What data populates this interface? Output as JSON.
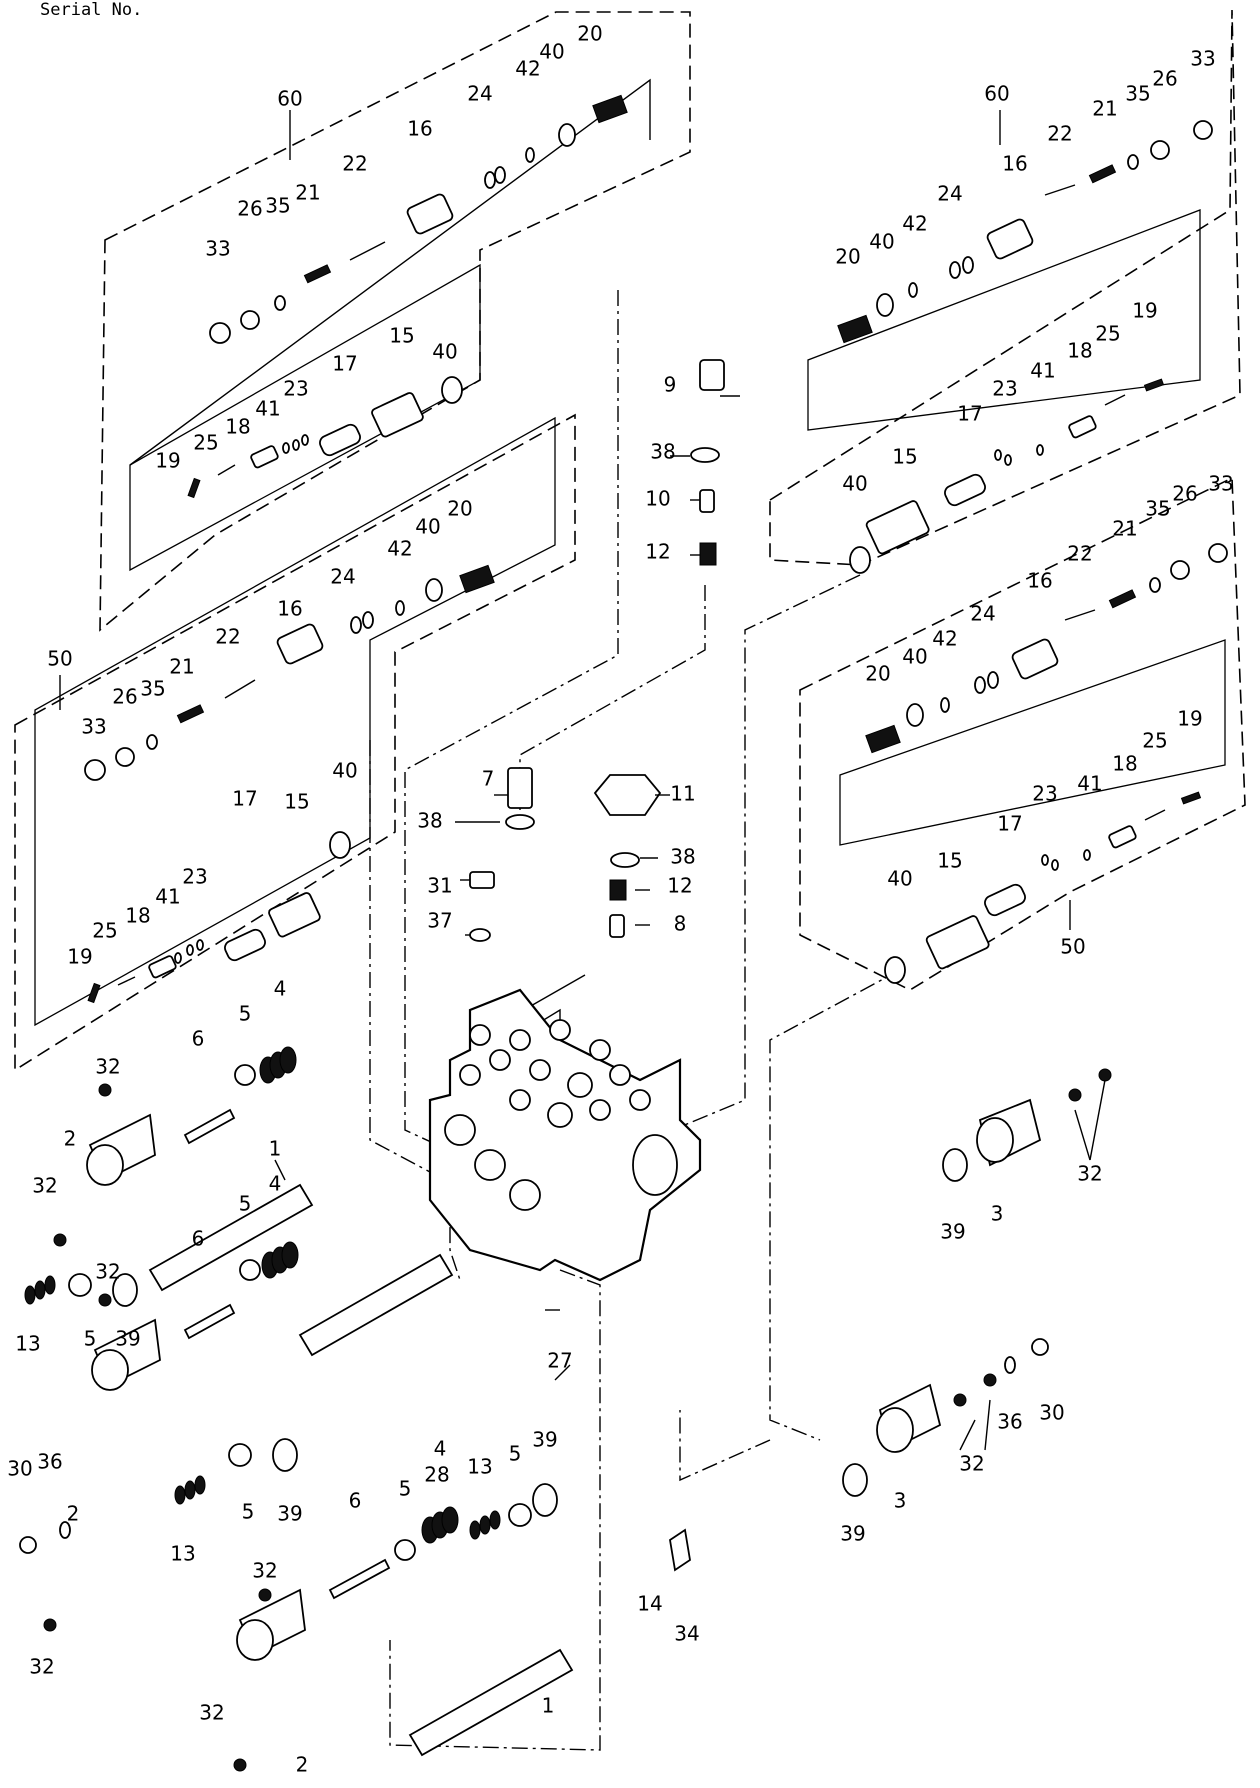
{
  "header": {
    "text": "Serial No."
  },
  "colors": {
    "ink": "#000000",
    "paper": "#ffffff"
  },
  "labels": {
    "l60a": "60",
    "l60b": "60",
    "l50a": "50",
    "l50b": "50",
    "l1a": "1",
    "l1b": "1",
    "l2a": "2",
    "l2b": "2",
    "l2c": "2",
    "l3a": "3",
    "l3b": "3",
    "l4a": "4",
    "l4b": "4",
    "l4c": "4",
    "l5a": "5",
    "l5b": "5",
    "l5c": "5",
    "l5d": "5",
    "l5e": "5",
    "l5f": "5",
    "l6a": "6",
    "l6b": "6",
    "l6c": "6",
    "l7": "7",
    "l8": "8",
    "l9": "9",
    "l10": "10",
    "l11": "11",
    "l12a": "12",
    "l12b": "12",
    "l13a": "13",
    "l13b": "13",
    "l13c": "13",
    "l14": "14",
    "l15a": "15",
    "l15b": "15",
    "l15c": "15",
    "l15d": "15",
    "l16a": "16",
    "l16b": "16",
    "l16c": "16",
    "l16d": "16",
    "l17a": "17",
    "l17b": "17",
    "l17c": "17",
    "l17d": "17",
    "l18a": "18",
    "l18b": "18",
    "l18c": "18",
    "l18d": "18",
    "l19a": "19",
    "l19b": "19",
    "l19c": "19",
    "l19d": "19",
    "l20a": "20",
    "l20b": "20",
    "l20c": "20",
    "l20d": "20",
    "l21a": "21",
    "l21b": "21",
    "l21c": "21",
    "l21d": "21",
    "l22a": "22",
    "l22b": "22",
    "l22c": "22",
    "l22d": "22",
    "l23a": "23",
    "l23b": "23",
    "l23c": "23",
    "l23d": "23",
    "l24a": "24",
    "l24b": "24",
    "l24c": "24",
    "l24d": "24",
    "l25a": "25",
    "l25b": "25",
    "l25c": "25",
    "l25d": "25",
    "l26a": "26",
    "l26b": "26",
    "l26c": "26",
    "l26d": "26",
    "l27": "27",
    "l28": "28",
    "l30a": "30",
    "l30b": "30",
    "l31": "31",
    "l32a": "32",
    "l32b": "32",
    "l32c": "32",
    "l32d": "32",
    "l32e": "32",
    "l32f": "32",
    "l32g": "32",
    "l32h": "32",
    "l33a": "33",
    "l33b": "33",
    "l33c": "33",
    "l33d": "33",
    "l34": "34",
    "l35a": "35",
    "l35b": "35",
    "l35c": "35",
    "l35d": "35",
    "l36a": "36",
    "l36b": "36",
    "l37": "37",
    "l38a": "38",
    "l38b": "38",
    "l38c": "38",
    "l39a": "39",
    "l39b": "39",
    "l39c": "39",
    "l39d": "39",
    "l39e": "39",
    "l40a": "40",
    "l40b": "40",
    "l40c": "40",
    "l40d": "40",
    "l40e": "40",
    "l40f": "40",
    "l40g": "40",
    "l40h": "40",
    "l41a": "41",
    "l41b": "41",
    "l41c": "41",
    "l41d": "41",
    "l42a": "42",
    "l42b": "42",
    "l42c": "42",
    "l42d": "42"
  }
}
